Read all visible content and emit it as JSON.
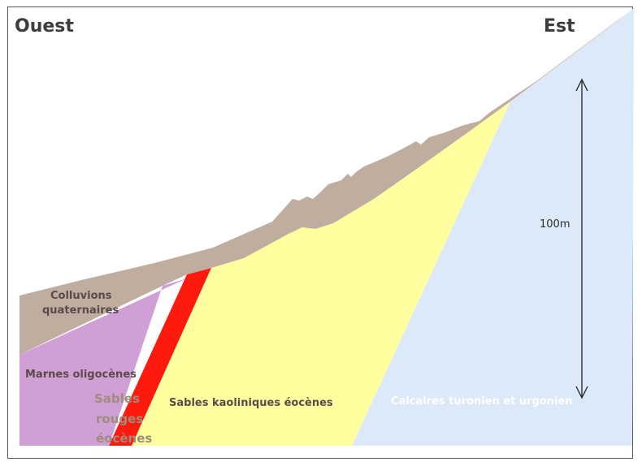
{
  "diagram": {
    "direction_left": "Ouest",
    "direction_right": "Est",
    "scale_label": "100m",
    "layers": {
      "colluvions": {
        "label_line1": "Colluvions",
        "label_line2": "quaternaires",
        "color": "#bfada0"
      },
      "marnes": {
        "label": "Marnes oligocènes",
        "color": "#cf9fd6"
      },
      "sables_rouges": {
        "label_line1": "Sables",
        "label_line2": "rouges",
        "label_line3": "éocènes",
        "color": "#ff1a10"
      },
      "sables_kaoliniques": {
        "label": "Sables kaoliniques éocènes",
        "color": "#ffff9f"
      },
      "calcaires": {
        "label": "Calcaires turonien et urgonien",
        "color": "#dbe9f8"
      }
    },
    "label_colors": {
      "dark": "#5a4a4a",
      "sables_rouges": "#a08c7a",
      "calcaires": "#ffffff"
    }
  }
}
